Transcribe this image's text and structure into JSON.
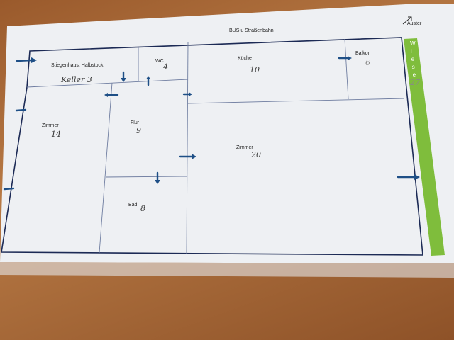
{
  "labels": {
    "transport": "BUS u Straßenbahn",
    "exit": "Auster",
    "stairwell": "Stiegenhaus, Halbstock",
    "wc": "WC",
    "kitchen": "Küche",
    "balcony": "Balkon",
    "room_left": "Zimmer",
    "hall": "Flur",
    "room_right": "Zimmer",
    "bath": "Bad",
    "meadow": "Wiese"
  },
  "handwritten": {
    "cellar": "Keller 3",
    "wc": "4",
    "kitchen": "10",
    "balcony": "6",
    "room_left": "14",
    "hall": "9",
    "room_right": "20",
    "bath": "8",
    "meadow": "27"
  },
  "colors": {
    "paper": "#eef0f3",
    "wall": "#1c2a55",
    "arrow": "#1e4f86",
    "meadow": "#7fbd3c"
  },
  "icons": {
    "exit_arrow": "arrow-up-right-icon"
  }
}
